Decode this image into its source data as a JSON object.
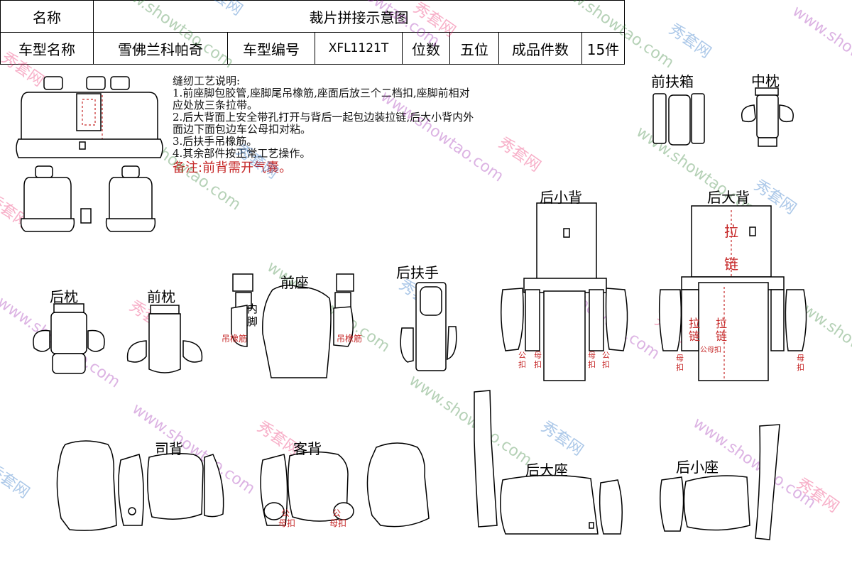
{
  "header": {
    "name_label": "名称",
    "name_value": "裁片拼接示意图",
    "model_label": "车型名称",
    "model_value": "雪佛兰科帕奇",
    "code_label": "车型编号",
    "code_value": "XFL1121T",
    "seats_label": "位数",
    "seats_value": "五位",
    "count_label": "成品件数",
    "count_value": "15件"
  },
  "notes": {
    "title": "缝纫工艺说明:",
    "line1a": "1.前座脚包胶管,座脚尾吊橡筋,座面后放三个二档扣,座脚前相对",
    "line1b": "应处放三条拉带。",
    "line2a": "2.后大背面上安全带孔打开与背后一起包边装拉链,后大小背内外",
    "line2b": "面边下面包边车公母扣对粘。",
    "line3": "3.后扶手吊橡筋。",
    "line4": "4.其余部件按正常工艺操作。",
    "remark": "备注:前背需开气囊。"
  },
  "labels": {
    "front_armrest_box": "前扶箱",
    "middle_pillow": "中枕",
    "rear_small_back": "后小背",
    "rear_big_back": "后大背",
    "rear_pillow": "后枕",
    "front_pillow": "前枕",
    "front_seat": "前座",
    "rear_armrest": "后扶手",
    "driver_back": "司背",
    "passenger_back": "客背",
    "rear_big_seat": "后大座",
    "rear_small_seat": "后小座",
    "inner_foot_1": "内",
    "inner_foot_2": "脚",
    "elastic_left": "吊橡筋",
    "elastic_right": "吊橡筋",
    "zipper_1": "拉",
    "zipper_2": "链",
    "zip_left_1": "拉",
    "zip_left_2": "链",
    "zip_right_1": "拉",
    "zip_right_2": "链",
    "snap_gm_1": "公",
    "snap_gm_2": "母扣",
    "snap_gm_3": "公",
    "snap_gm_4": "母扣",
    "snap_small_l1": "公",
    "snap_small_l2": "扣",
    "snap_small_r1": "母",
    "snap_small_r2": "扣",
    "snap_small_bl1": "母",
    "snap_small_bl2": "扣",
    "snap_small_br1": "公",
    "snap_small_br2": "扣",
    "snap_big_mid": "公母扣",
    "snap_big_l1": "母",
    "snap_big_l2": "扣",
    "snap_big_r1": "母",
    "snap_big_r2": "扣"
  },
  "watermark": {
    "text1": "秀套网",
    "text2": "www.showtao.com"
  },
  "colors": {
    "accent_red": "#c62828",
    "watermark_colors": [
      "#e91e63",
      "#2e7d32",
      "#1565c0",
      "#9c27b0"
    ]
  }
}
